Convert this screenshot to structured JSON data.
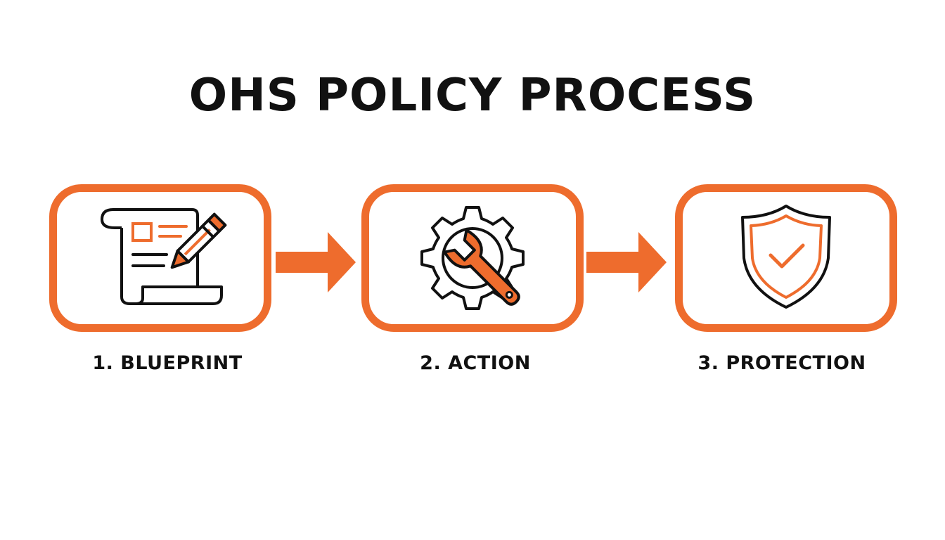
{
  "title": "OHS POLICY PROCESS",
  "accent_color": "#ee6c2d",
  "text_color": "#111111",
  "steps": [
    {
      "label": "1. BLUEPRINT",
      "icon": "document-pencil-icon"
    },
    {
      "label": "2. ACTION",
      "icon": "gear-wrench-icon"
    },
    {
      "label": "3. PROTECTION",
      "icon": "shield-check-icon"
    }
  ]
}
